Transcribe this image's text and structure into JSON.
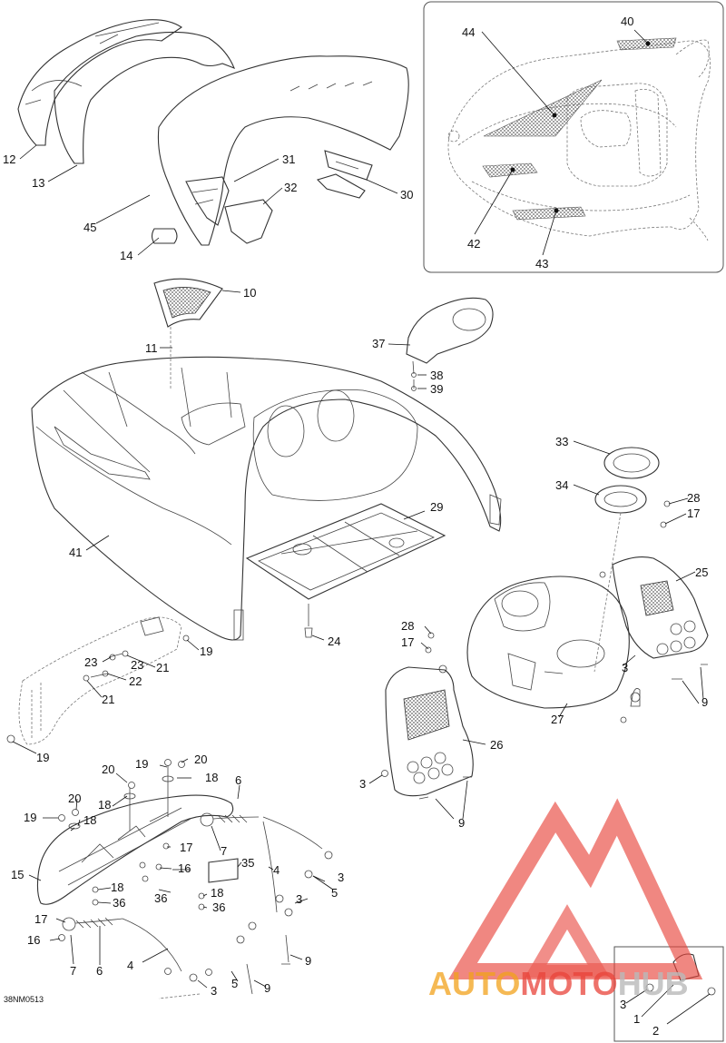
{
  "drawing_code": "38NM0513",
  "callouts": {
    "c1": "1",
    "c2": "2",
    "c3": "3",
    "c4": "4",
    "c5": "5",
    "c6": "6",
    "c7": "7",
    "c9": "9",
    "c10": "10",
    "c11": "11",
    "c12": "12",
    "c13": "13",
    "c14": "14",
    "c15": "15",
    "c16": "16",
    "c17": "17",
    "c18": "18",
    "c19": "19",
    "c20": "20",
    "c21": "21",
    "c22": "22",
    "c23": "23",
    "c24": "24",
    "c25": "25",
    "c26": "26",
    "c27": "27",
    "c28": "28",
    "c29": "29",
    "c30": "30",
    "c31": "31",
    "c32": "32",
    "c33": "33",
    "c34": "34",
    "c35": "35",
    "c36": "36",
    "c37": "37",
    "c38": "38",
    "c39": "39",
    "c40": "40",
    "c41": "41",
    "c42": "42",
    "c43": "43",
    "c44": "44",
    "c45": "45"
  },
  "watermark": {
    "text_part1": "AUTO",
    "text_part2": "MOTO",
    "text_part3": "HUB",
    "color_primary": "#e8433a",
    "color_secondary": "#f2a21b",
    "color_tertiary": "#b9b9b9"
  }
}
